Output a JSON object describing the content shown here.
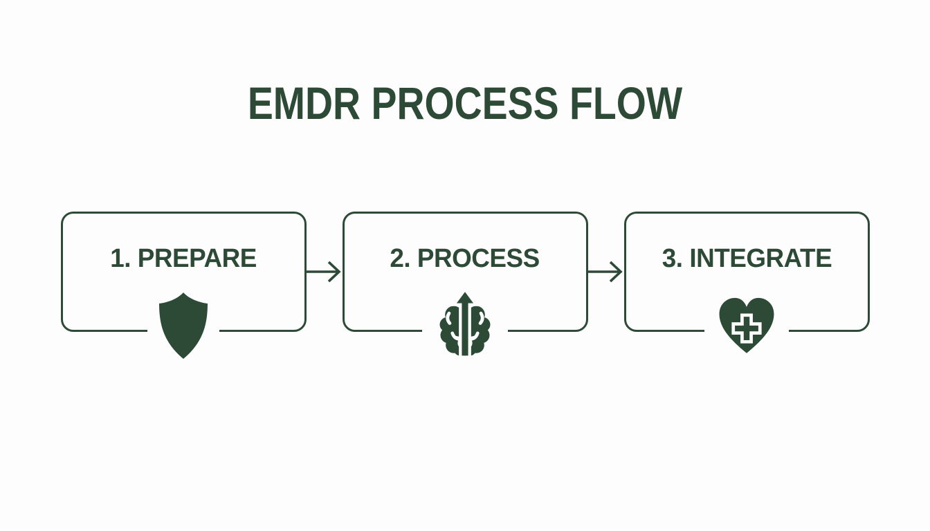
{
  "title": "EMDR PROCESS FLOW",
  "theme": {
    "green": "#2d4a36",
    "background": "#fcfdfc"
  },
  "steps": [
    {
      "label": "1. PREPARE",
      "icon": "shield-icon"
    },
    {
      "label": "2. PROCESS",
      "icon": "brain-arrow-icon"
    },
    {
      "label": "3. INTEGRATE",
      "icon": "heart-cross-icon"
    }
  ],
  "connectors": [
    {
      "type": "arrow-right"
    },
    {
      "type": "arrow-right"
    }
  ]
}
